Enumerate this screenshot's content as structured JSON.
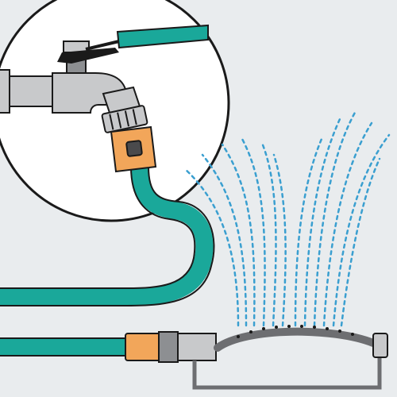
{
  "illustration": {
    "colors": {
      "background": "#e9ecee",
      "circle_fill": "#ffffff",
      "outline": "#1a1a1a",
      "hose": "#1aa89a",
      "hose_dark": "#0f8577",
      "metal": "#c8c9cb",
      "metal_dark": "#8d8f92",
      "fitting_dark": "#4a4a4c",
      "connector_orange": "#f2a65a",
      "water": "#3a9fd0",
      "sprinkler_bar": "#6d6e71"
    },
    "parts": [
      "wall-tap",
      "tap-handle",
      "hose-connector",
      "garden-hose",
      "oscillating-sprinkler",
      "water-spray"
    ]
  }
}
